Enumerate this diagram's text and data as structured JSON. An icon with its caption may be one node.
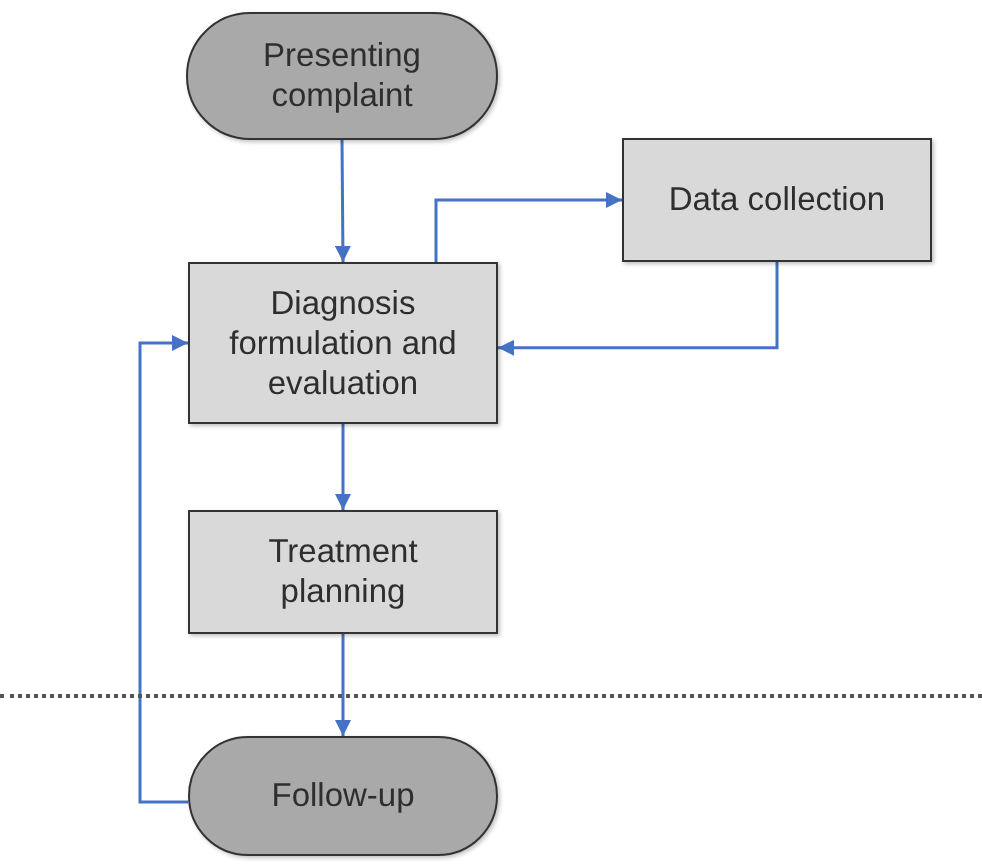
{
  "diagram": {
    "nodes": [
      {
        "text": [
          "Presenting complaint"
        ]
      },
      {
        "text": [
          "Diagnosis formulation and evaluation"
        ]
      },
      {
        "text": [
          "Data collection"
        ]
      },
      {
        "text": [
          "Treatment planning"
        ]
      },
      {
        "text": [
          "Follow-up"
        ]
      }
    ],
    "edges": [
      {
        "from": 0,
        "to": 1,
        "arrow": "to"
      },
      {
        "from": 1,
        "to": 2,
        "arrow": "to"
      },
      {
        "from": 2,
        "to": 1,
        "arrow": "to"
      },
      {
        "from": 1,
        "to": 3,
        "arrow": "to"
      },
      {
        "from": 3,
        "to": 4,
        "arrow": "to"
      },
      {
        "from": 4,
        "to": 1,
        "arrow": "to"
      }
    ]
  }
}
